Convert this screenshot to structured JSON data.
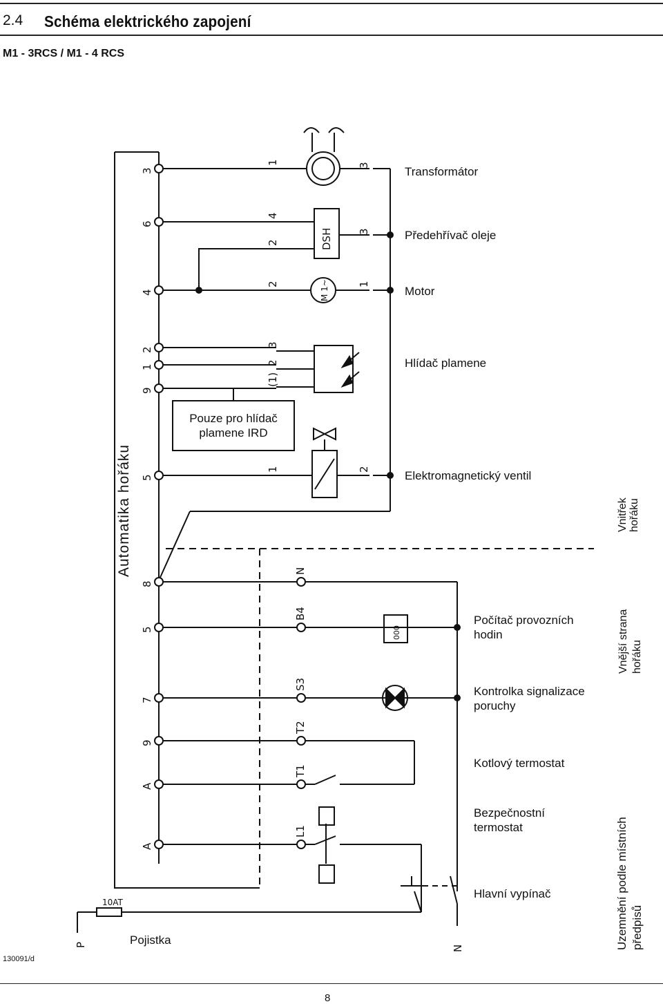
{
  "header": {
    "section_number": "2.4",
    "title": "Schéma elektrického zapojení"
  },
  "model": "M1 - 3RCS / M1 - 4 RCS",
  "components": {
    "transformer": "Transformátor",
    "oil_preheater": "Předehřívač oleje",
    "motor": "Motor",
    "flame_monitor": "Hlídač plamene",
    "ird_note": "Pouze pro hlídač plamene IRD",
    "solenoid_valve": "Elektromagnetický ventil",
    "hour_counter": "Počítač provozních hodin",
    "fault_lamp": "Kontrolka signalizace poruchy",
    "boiler_thermostat": "Kotlový termostat",
    "safety_thermostat": "Bezpečnostní termostat",
    "main_switch": "Hlavní vypínač",
    "fuse": "Pojistka",
    "fuse_rating": "10AT"
  },
  "side_labels": {
    "burner_control": "Automatika hořáku",
    "inside_burner": "Vnitřek hořáku",
    "outside_burner": "Vnější strana hořáku",
    "grounding": "Uzemnění podle místních předpisů"
  },
  "terminals": {
    "control_left": [
      "3",
      "6",
      "4",
      "2",
      "1",
      "9",
      "5",
      "8",
      "5",
      "7",
      "9",
      "A",
      "A"
    ],
    "plug": [
      "N",
      "B4",
      "S3",
      "T2",
      "T1",
      "L1"
    ],
    "transformer": [
      "1",
      "3"
    ],
    "dsh": [
      "4",
      "2",
      "3"
    ],
    "motor": [
      "2",
      "1"
    ],
    "flame": [
      "3",
      "2",
      "(1)"
    ],
    "valve": [
      "1",
      "2"
    ],
    "supply": [
      "P",
      "N"
    ],
    "dsh_label": "DSH",
    "motor_label": "M 1~",
    "hour_display": "000"
  },
  "footer": {
    "doc_code": "130091/d",
    "page": "8"
  }
}
